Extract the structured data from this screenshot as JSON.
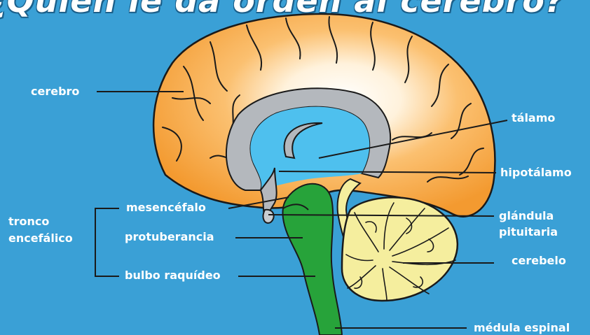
{
  "title": "¿Quién le da orden al cerebro?",
  "labels": {
    "cerebro": "cerebro",
    "talamo": "tálamo",
    "hipotalamo": "hipotálamo",
    "glandula_line1": "glándula",
    "glandula_line2": "pituitaria",
    "cerebelo": "cerebelo",
    "medula": "médula espinal",
    "tronco_line1": "tronco",
    "tronco_line2": "encefálico",
    "mesencefalo": "mesencéfalo",
    "protuberancia": "protuberancia",
    "bulbo": "bulbo raquídeo"
  },
  "colors": {
    "background": "#3aa0d6",
    "cerebrum": "#f7a03a",
    "cerebrum_highlight": "#ffffff",
    "ventricle_gray": "#b4b8bd",
    "cavity_blue": "#4ec0ee",
    "brainstem_green": "#27a33a",
    "cerebellum_yellow": "#f5ee9e",
    "outline": "#1a1a1a",
    "label_text": "#ffffff"
  }
}
